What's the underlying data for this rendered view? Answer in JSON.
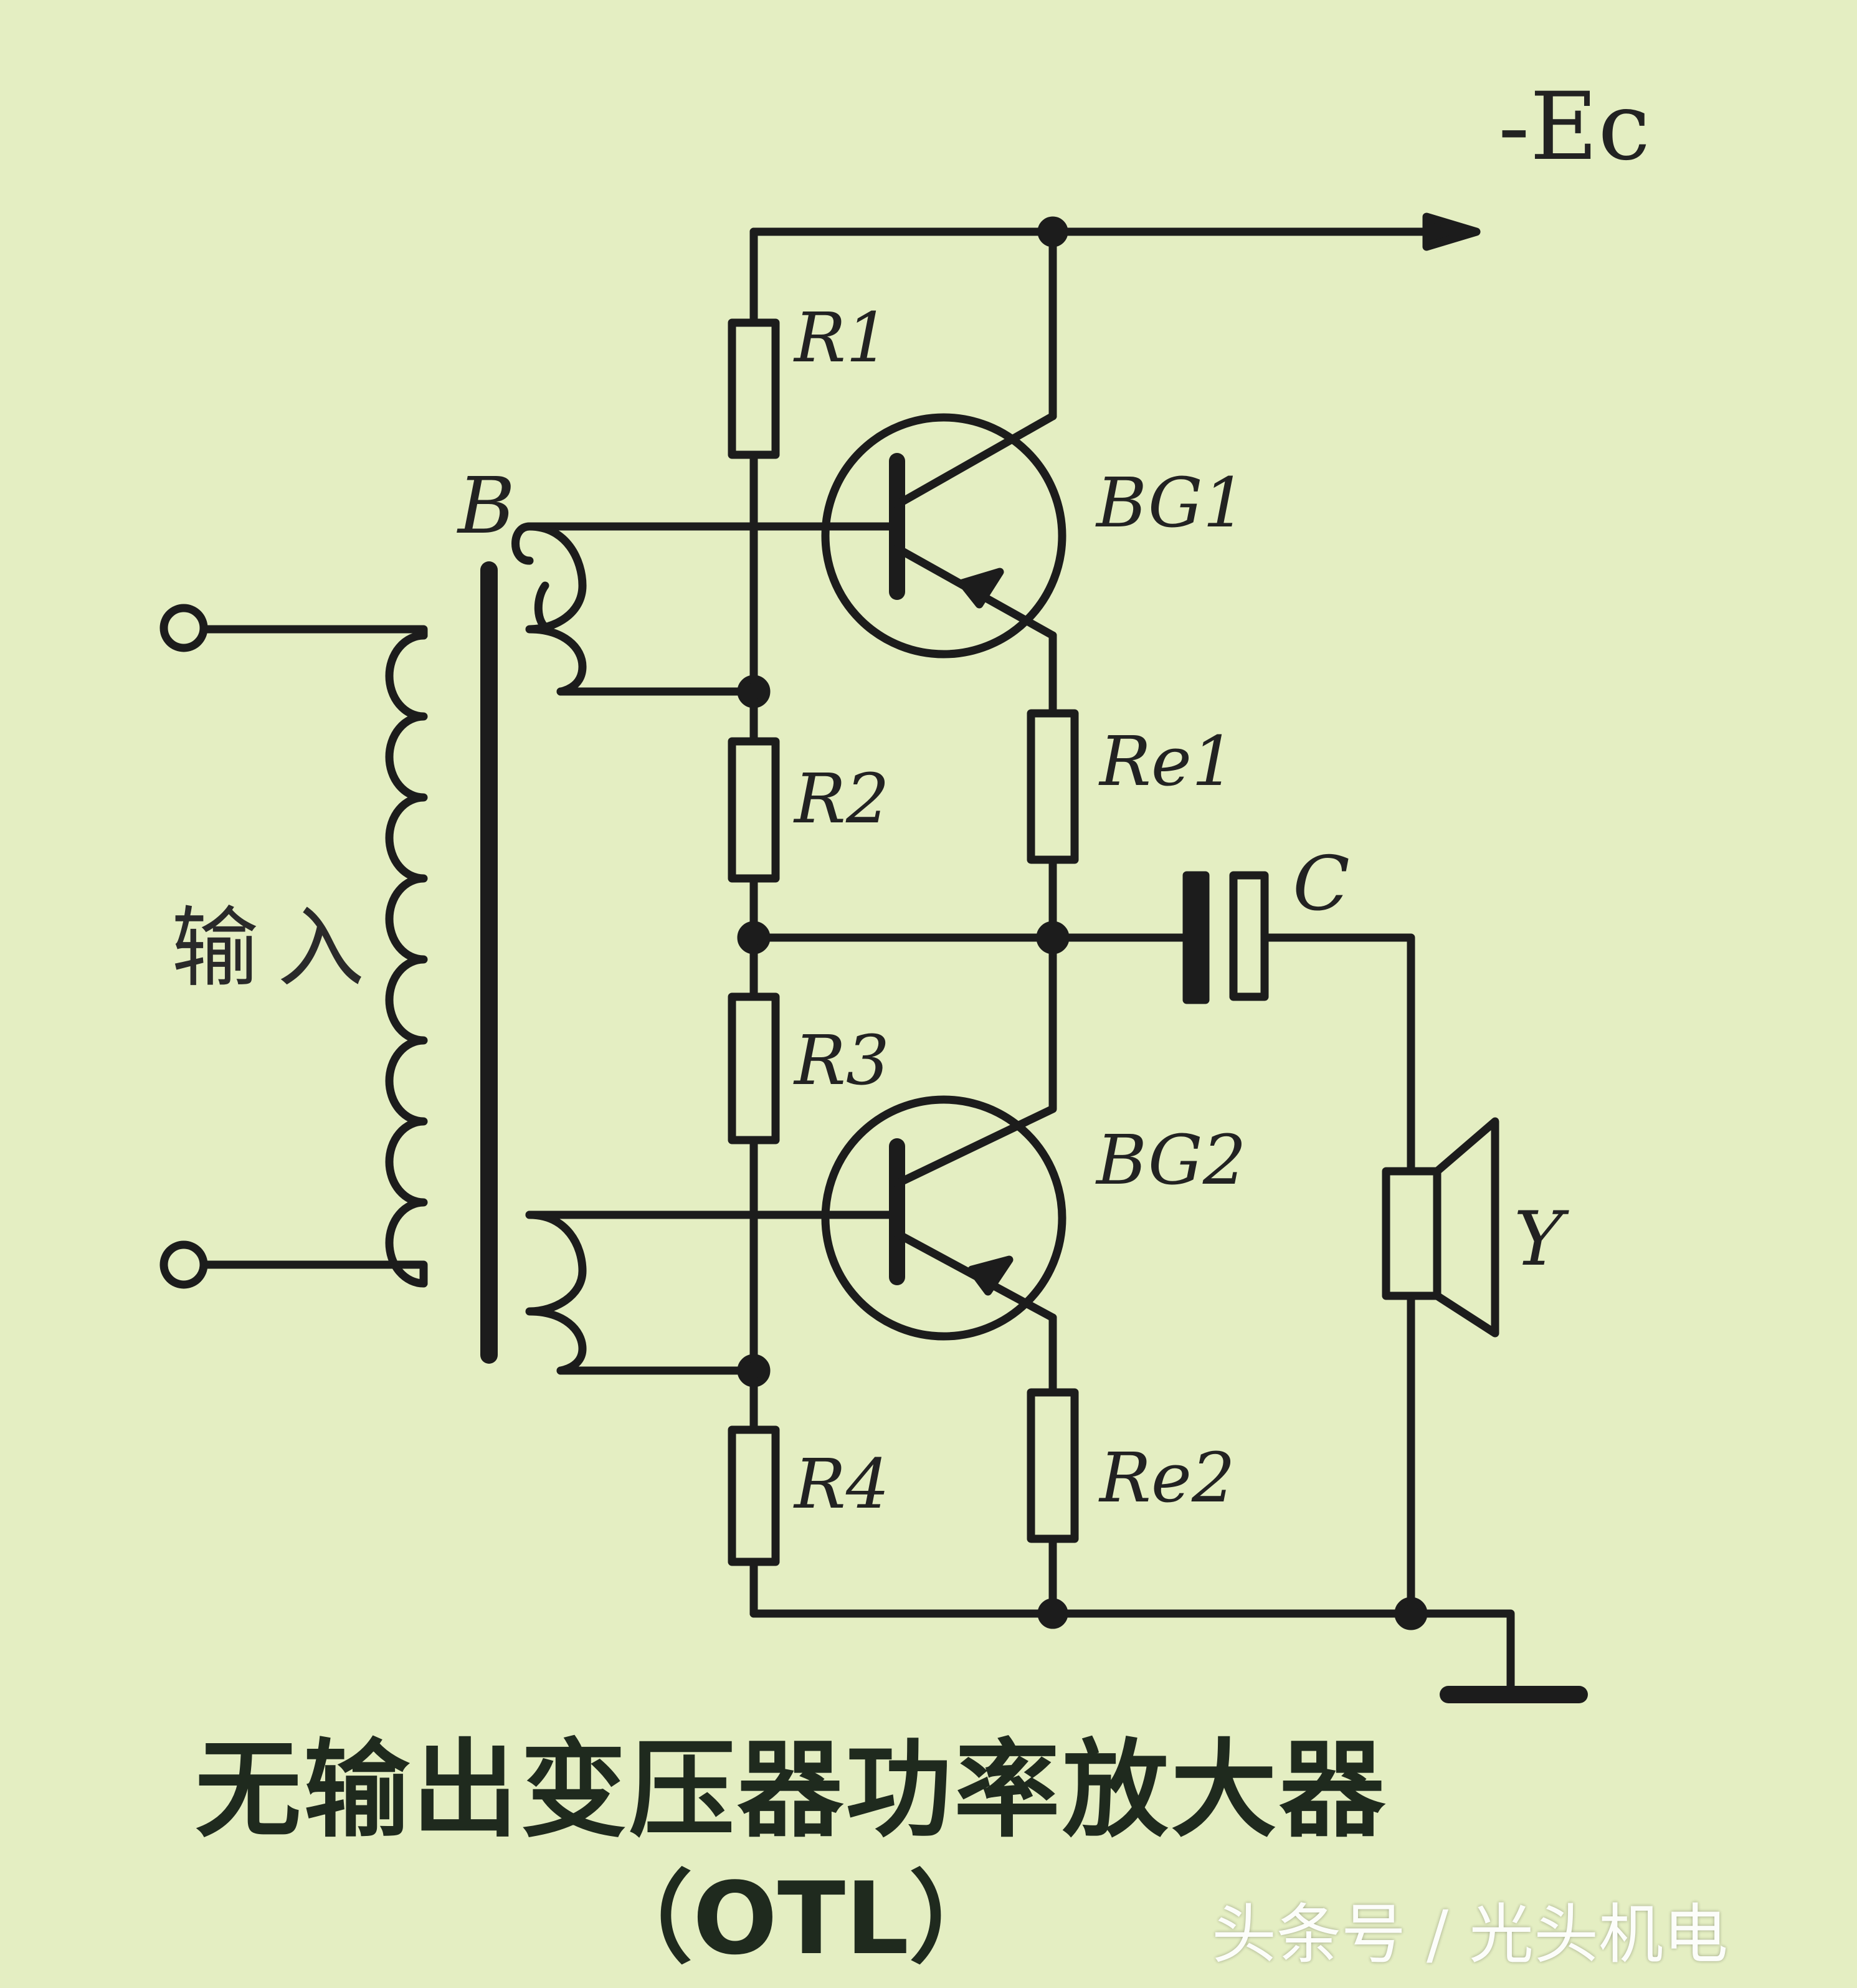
{
  "supply_label": "-Ec",
  "transformer_label": "B",
  "input_label": "输入",
  "components": {
    "r1": "R1",
    "r2": "R2",
    "r3": "R3",
    "r4": "R4",
    "re1": "Re1",
    "re2": "Re2",
    "bg1": "BG1",
    "bg2": "BG2",
    "capacitor": "C",
    "speaker": "Y"
  },
  "caption": {
    "title": "无输出变压器功率放大器",
    "subtitle": "（OTL）"
  },
  "watermark": "头条号 / 光头机电",
  "colors": {
    "paper": "#e4eec2",
    "ink": "#1c1c1c"
  }
}
